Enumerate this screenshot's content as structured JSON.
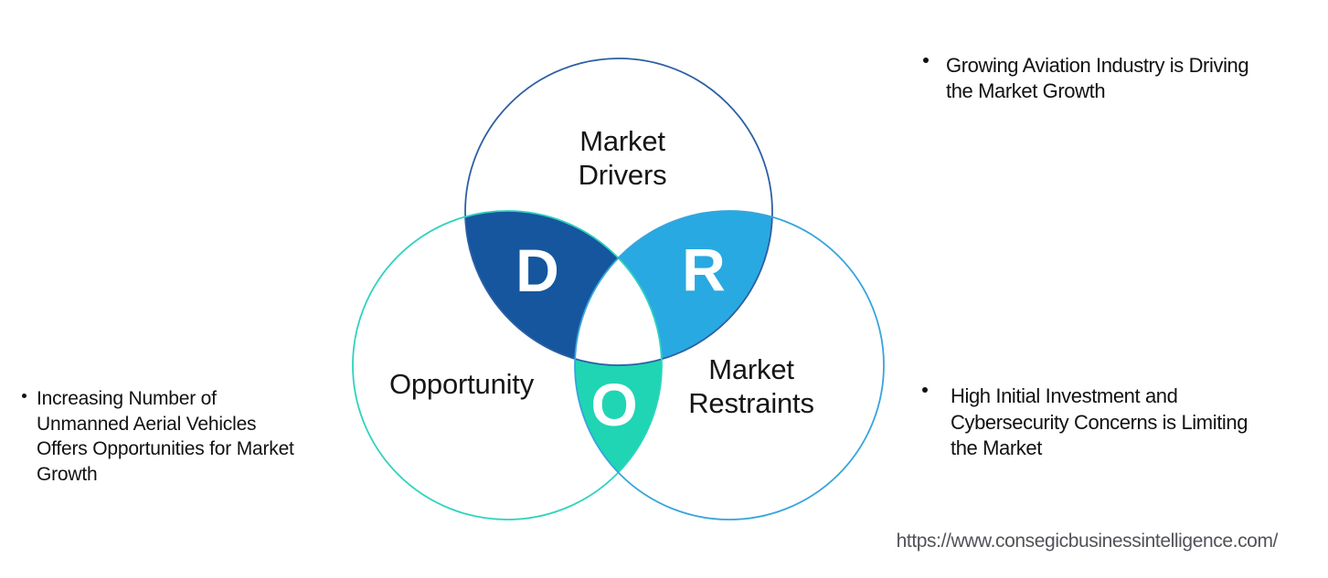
{
  "venn": {
    "circles": {
      "drivers": {
        "label": "Market\nDrivers",
        "stroke": "#2C5FA4"
      },
      "opportunity": {
        "label": "Opportunity",
        "stroke": "#2ED3BE"
      },
      "restraints": {
        "label": "Market\nRestraints",
        "stroke": "#37A4DC"
      }
    },
    "intersections": {
      "d": {
        "letter": "D",
        "fill": "#15569E"
      },
      "r": {
        "letter": "R",
        "fill": "#29A9E1"
      },
      "o": {
        "letter": "O",
        "fill": "#1FD5B4"
      }
    }
  },
  "annotations": {
    "left": {
      "text": "Increasing Number of\nUnmanned Aerial Vehicles\nOffers Opportunities for Market\nGrowth"
    },
    "top_right": {
      "text": "Growing Aviation Industry is Driving\nthe Market Growth"
    },
    "bottom_right": {
      "text": "High Initial Investment and\nCybersecurity Concerns is Limiting\nthe Market"
    }
  },
  "footer": {
    "url": "https://www.consegicbusinessintelligence.com/"
  }
}
